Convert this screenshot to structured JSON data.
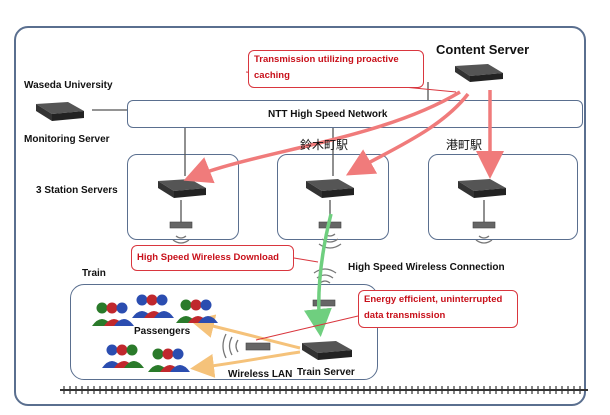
{
  "title": "Content Server",
  "labels": {
    "waseda": "Waseda University",
    "monitoring": "Monitoring Server",
    "station_servers": "3 Station Servers",
    "network": "NTT High Speed Network",
    "station_1": "鈴木町駅",
    "station_2": "港町駅",
    "train": "Train",
    "passengers": "Passengers",
    "wireless_lan": "Wireless LAN",
    "train_server": "Train Server",
    "hs_connection": "High Speed Wireless Connection"
  },
  "callouts": {
    "proactive_line1": "Transmission utilizing proactive",
    "proactive_line2": "caching",
    "download": "High Speed Wireless Download",
    "energy_line1": "Energy efficient, uninterrupted",
    "energy_line2": "data transmission"
  },
  "colors": {
    "frame": "#5a6f8f",
    "arrow_red": "#f07b7b",
    "arrow_green": "#6fcf7f",
    "arrow_orange": "#f5c27a",
    "callout_text": "#c8101a"
  }
}
